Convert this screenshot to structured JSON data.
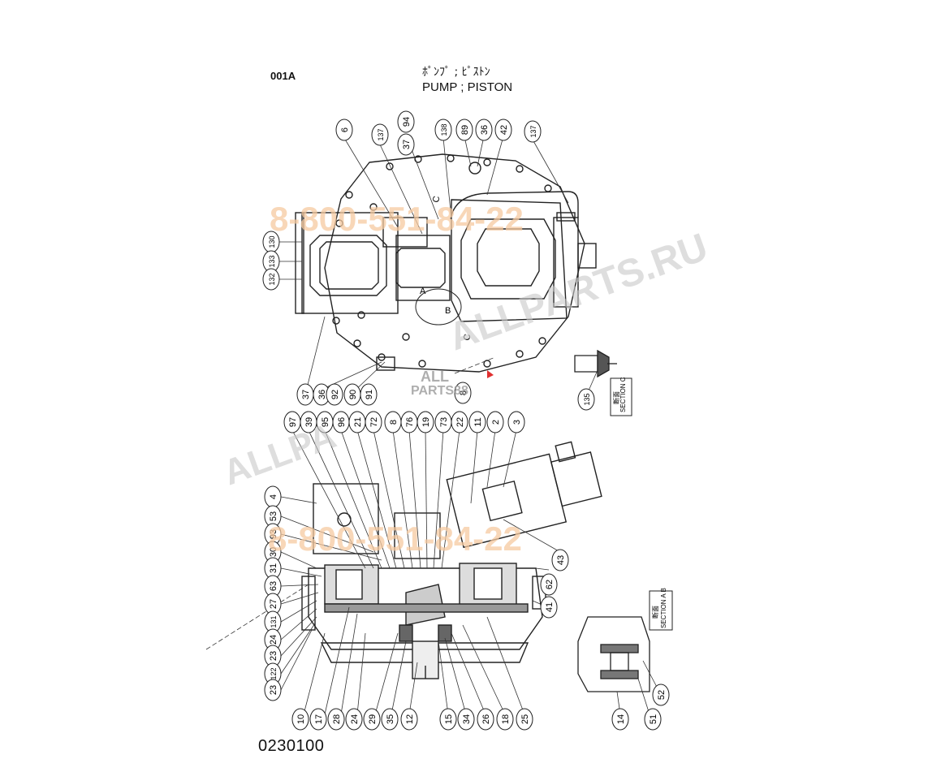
{
  "header": {
    "sheet_code": "001A",
    "title_jp": "ﾎﾟﾝﾌﾟ ; ﾋﾟｽﾄﾝ",
    "title_en": "PUMP  ; PISTON"
  },
  "drawing_number": "0230100",
  "watermarks": {
    "phone_upper": "8-800-551-84-22",
    "phone_lower": "8-800-551-84-22",
    "site_diagonal": "ALLPARTS.RU",
    "site_lower": "ALLPA",
    "logo_line1": "ALL",
    "logo_line2": "PARTS88"
  },
  "section_labels": {
    "section_c": "SECTION C",
    "section_ab": "SECTION A B",
    "danmen": "断面"
  },
  "view_marks": [
    "A",
    "B",
    "C",
    "C"
  ],
  "callouts_top": [
    "6",
    "137",
    "94",
    "37",
    "138",
    "89",
    "36",
    "42",
    "137",
    "130",
    "133",
    "132",
    "37",
    "36",
    "92",
    "90",
    "91",
    "8",
    "135"
  ],
  "callouts_bottom": [
    "97",
    "39",
    "95",
    "96",
    "21",
    "72",
    "8",
    "76",
    "19",
    "73",
    "22",
    "11",
    "2",
    "3",
    "4",
    "53",
    "93",
    "30",
    "31",
    "63",
    "27",
    "131",
    "24",
    "23",
    "122",
    "23",
    "43",
    "62",
    "41",
    "10",
    "17",
    "28",
    "24",
    "29",
    "35",
    "12",
    "15",
    "34",
    "26",
    "18",
    "25",
    "14",
    "51",
    "52"
  ]
}
